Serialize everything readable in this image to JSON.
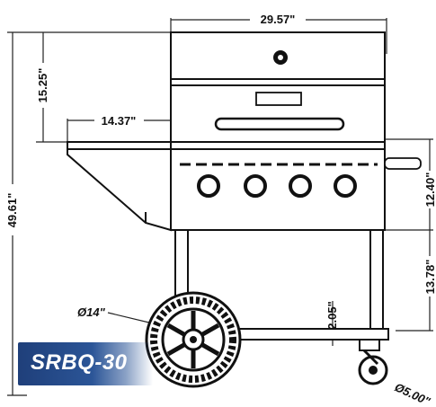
{
  "dimensions": {
    "overall_width": "29.57\"",
    "overall_height": "49.61\"",
    "lid_height": "15.25\"",
    "side_shelf_width": "14.37\"",
    "body_height": "12.40\"",
    "leg_height": "13.78\"",
    "bottom_clearance": "2.05\"",
    "large_wheel_diameter": "Ø14\"",
    "caster_diameter": "Ø5.00\""
  },
  "model": {
    "name": "SRBQ-30",
    "badge_color": "#2b5597"
  },
  "icons": [
    "grill-line-drawing",
    "burner-knob",
    "wheel",
    "caster"
  ]
}
